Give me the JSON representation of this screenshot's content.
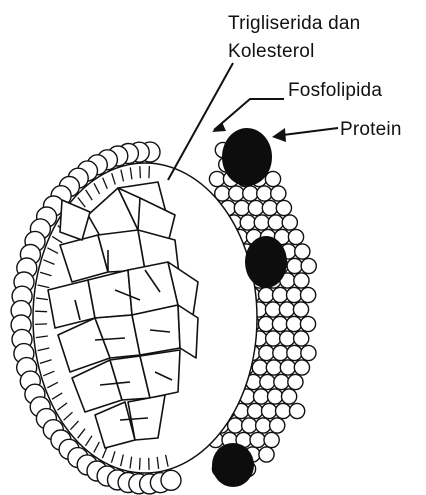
{
  "labels": {
    "trigliserida_line1": "Trigliserida dan",
    "trigliserida_line2": "Kolesterol",
    "fosfolipida": "Fosfolipida",
    "protein": "Protein"
  },
  "colors": {
    "ink": "#111111",
    "paper": "#ffffff"
  }
}
